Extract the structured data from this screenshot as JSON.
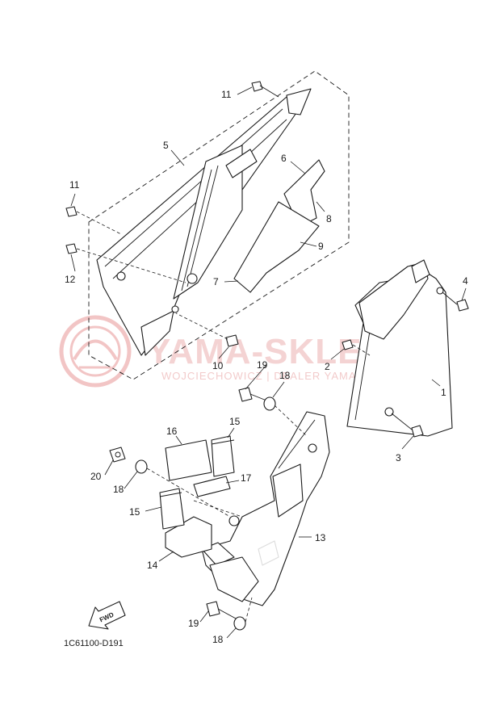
{
  "diagram": {
    "drawing_code": "1C61100-D191",
    "fwd_label": "FWD",
    "watermark": {
      "title": "YAMA-SKLEP.PL",
      "subtitle": "WOJCIECHOWICZ | DEALER YAMAHA",
      "color": "#e8a0a0"
    },
    "callouts": [
      "1",
      "2",
      "3",
      "4",
      "5",
      "6",
      "7",
      "8",
      "9",
      "10",
      "11",
      "11",
      "12",
      "13",
      "14",
      "15",
      "15",
      "16",
      "17",
      "18",
      "18",
      "18",
      "19",
      "19",
      "20"
    ]
  }
}
